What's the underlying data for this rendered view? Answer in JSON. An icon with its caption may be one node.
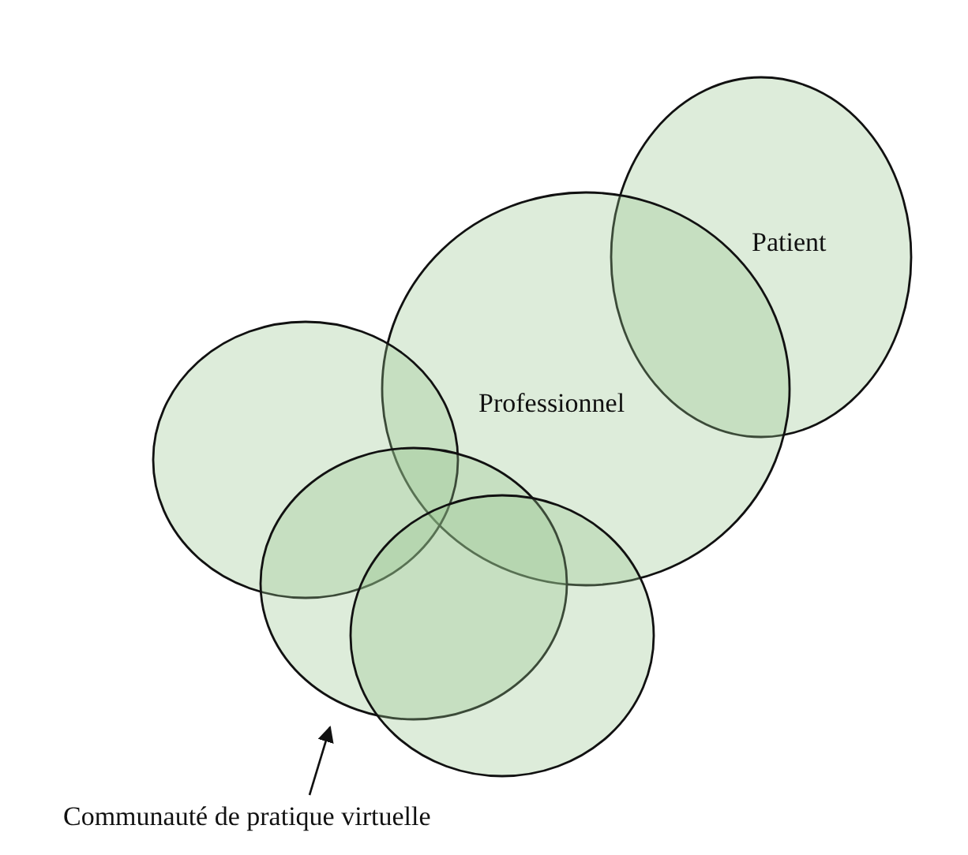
{
  "diagram": {
    "nodes": [
      {
        "text": [
          "Patient"
        ]
      },
      {
        "text": [
          "Professionnel"
        ]
      },
      {
        "text": [],
        "shape": "ellipse"
      },
      {
        "text": [],
        "shape": "ellipse"
      },
      {
        "text": [],
        "shape": "ellipse"
      },
      {
        "text": [
          "Communauté de pratique virtuelle"
        ]
      }
    ],
    "edges": [
      {
        "from": 5,
        "to": 3,
        "arrow": "to"
      }
    ]
  }
}
